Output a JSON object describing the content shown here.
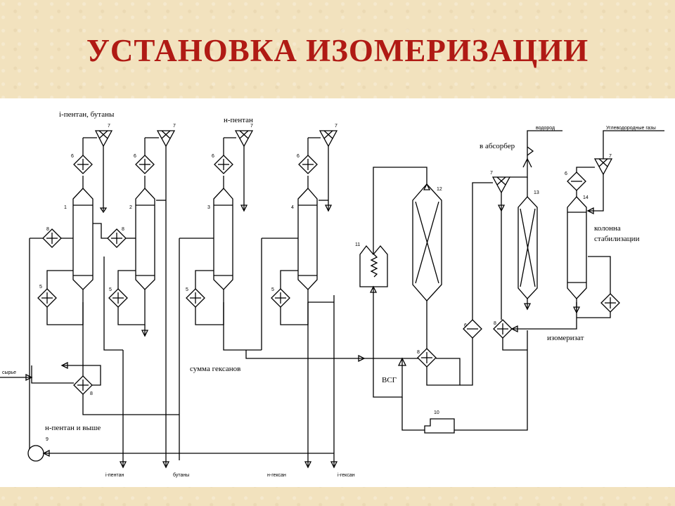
{
  "title": "УСТАНОВКА ИЗОМЕРИЗАЦИИ",
  "labels": {
    "i_pentane_butanes": "i-пентан, бутаны",
    "n_pentane_top": "н-пентан",
    "to_absorber": "в абсорбер",
    "hydrogen": "водород",
    "hydrocarbon_gases": "Углеводородные газы",
    "stabilization_column": "колонна стабилизации",
    "isomerizate": "изомеризат",
    "hexanes_sum": "сумма гексанов",
    "wsg": "ВСГ",
    "feed": "сырье",
    "n_pentane_and_higher": "н-пентан и выше"
  },
  "bottom_outputs": {
    "i_pentane": "i-пентан",
    "butanes": "бутаны",
    "n_hexane": "н-гексан",
    "i_hexane": "i-гексан"
  },
  "numbers": {
    "n1": "1",
    "n2": "2",
    "n3": "3",
    "n4": "4",
    "n5": "5",
    "n6": "6",
    "n7": "7",
    "n8": "8",
    "n9": "9",
    "n10": "10",
    "n11": "11",
    "n12": "12",
    "n13": "13",
    "n14": "14"
  }
}
